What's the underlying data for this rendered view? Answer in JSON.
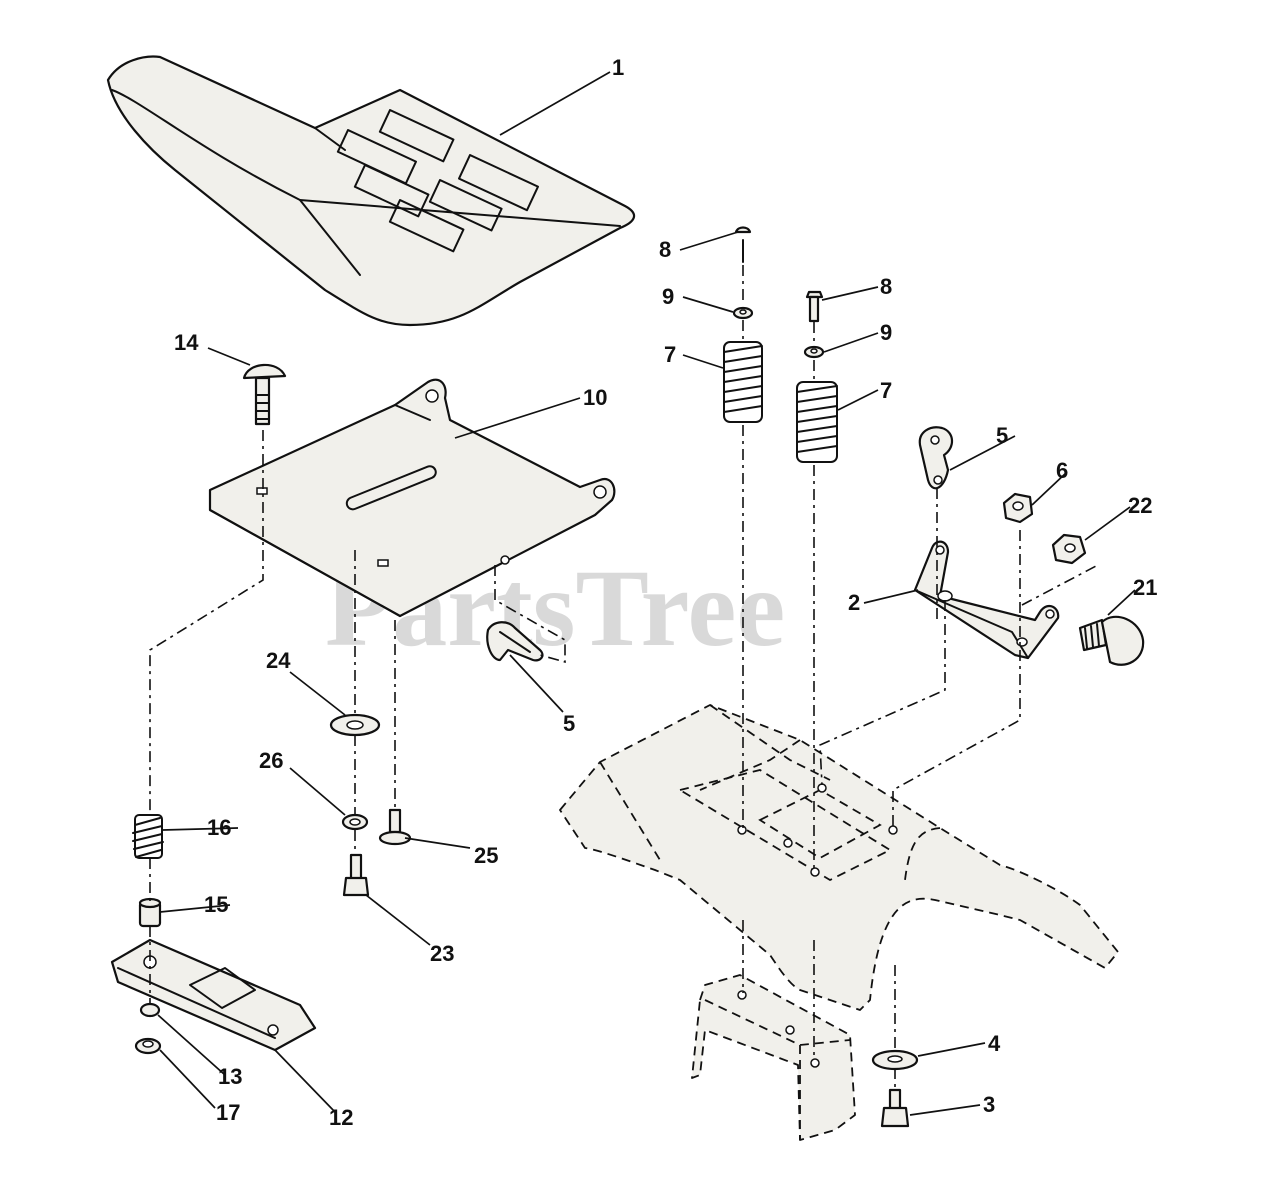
{
  "watermark": "PartsTree",
  "callouts": {
    "c1": "1",
    "c2": "2",
    "c3": "3",
    "c4": "4",
    "c5a": "5",
    "c5b": "5",
    "c6": "6",
    "c7a": "7",
    "c7b": "7",
    "c8a": "8",
    "c8b": "8",
    "c9a": "9",
    "c9b": "9",
    "c10": "10",
    "c12": "12",
    "c13": "13",
    "c14": "14",
    "c15": "15",
    "c16": "16",
    "c17": "17",
    "c21": "21",
    "c22": "22",
    "c23": "23",
    "c24": "24",
    "c25": "25",
    "c26": "26"
  }
}
